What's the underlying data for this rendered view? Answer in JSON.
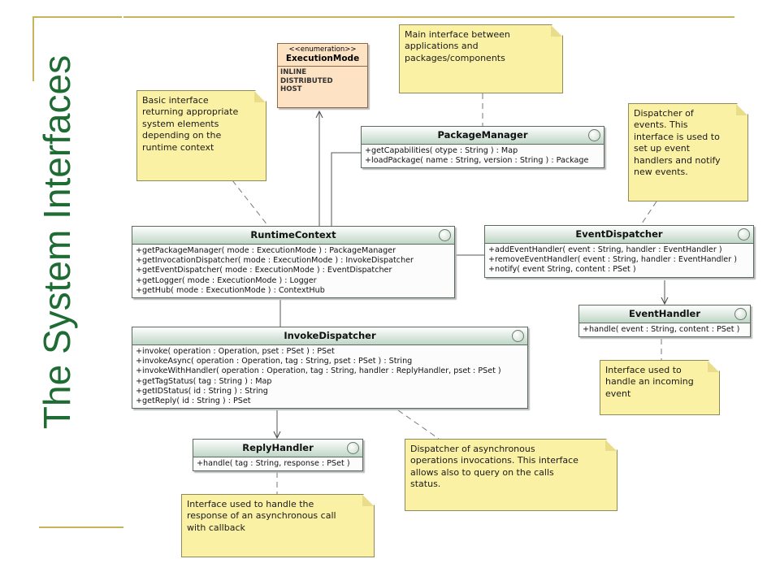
{
  "slide_title": "The System Interfaces",
  "enumeration": {
    "stereotype": "<<enumeration>>",
    "name": "ExecutionMode",
    "literals": [
      "INLINE",
      "DISTRIBUTED",
      "HOST"
    ]
  },
  "classes": {
    "package_manager": {
      "name": "PackageManager",
      "ops": [
        "+getCapabilities( otype : String ) : Map",
        "+loadPackage( name : String, version : String ) : Package"
      ]
    },
    "runtime_context": {
      "name": "RuntimeContext",
      "ops": [
        "+getPackageManager( mode : ExecutionMode ) : PackageManager",
        "+getInvocationDispatcher( mode : ExecutionMode ) : InvokeDispatcher",
        "+getEventDispatcher( mode : ExecutionMode ) : EventDispatcher",
        "+getLogger( mode : ExecutionMode ) : Logger",
        "+getHub( mode : ExecutionMode ) : ContextHub"
      ]
    },
    "event_dispatcher": {
      "name": "EventDispatcher",
      "ops": [
        "+addEventHandler( event : String, handler : EventHandler )",
        "+removeEventHandler( event : String, handler : EventHandler )",
        "+notify( event String, content : PSet )"
      ]
    },
    "event_handler": {
      "name": "EventHandler",
      "ops": [
        "+handle( event : String, content : PSet )"
      ]
    },
    "invoke_dispatcher": {
      "name": "InvokeDispatcher",
      "ops": [
        "+invoke( operation : Operation, pset : PSet ) : PSet",
        "+invokeAsync( operation : Operation, tag : String, pset : PSet ) : String",
        "+invokeWithHandler( operation : Operation, tag : String, handler : ReplyHandler, pset : PSet )",
        "+getTagStatus( tag : String ) : Map",
        "+getIDStatus( id : String ) : String",
        "+getReply( id : String ) : PSet"
      ]
    },
    "reply_handler": {
      "name": "ReplyHandler",
      "ops": [
        "+handle( tag : String, response : PSet )"
      ]
    }
  },
  "notes": {
    "runtime_context": [
      "Basic interface",
      "returning appropriate",
      "system elements",
      "depending on the",
      "runtime context"
    ],
    "package_manager": [
      "Main interface between",
      "applications and",
      "packages/components"
    ],
    "event_dispatcher": [
      "Dispatcher of",
      "events. This",
      "interface is used to",
      "set up event",
      "handlers and notify",
      "new events."
    ],
    "event_handler": [
      "Interface used to",
      "handle an incoming",
      "event"
    ],
    "invoke_dispatcher": [
      "Dispatcher of asynchronous",
      "operations invocations. This interface",
      "allows also to query on the calls",
      "status."
    ],
    "reply_handler": [
      "Interface used to handle the",
      "response of an asynchronous call",
      "with callback"
    ]
  },
  "colors": {
    "title": "#1f6b34",
    "class_header": "#bfd6c6",
    "note_fill": "#fbf1a5",
    "enum_fill": "#fde3c4",
    "decor_line": "#c8b45a"
  }
}
